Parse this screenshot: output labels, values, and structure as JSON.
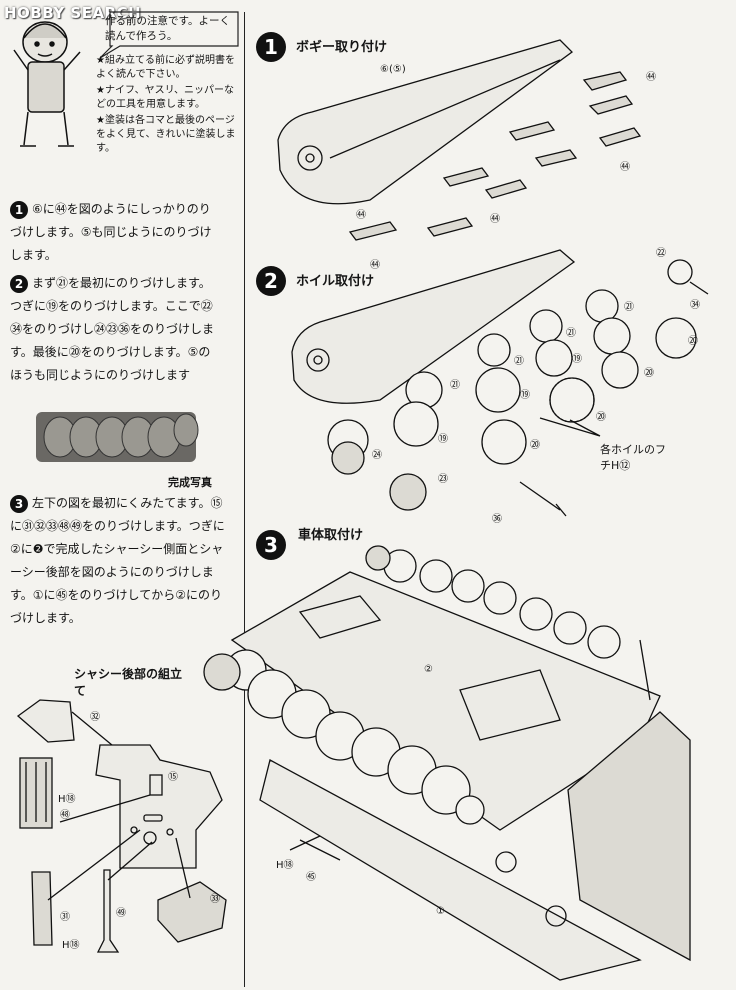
{
  "watermark": "HOBBY SEARCH",
  "notice": {
    "text": "作る前の注意です。よーく読んで作ろう。",
    "bullets": [
      "★組み立てる前に必ず説明書をよく読んで下さい。",
      "★ナイフ、ヤスリ、ニッパーなどの工具を用意します。",
      "★塗装は各コマと最後のページをよく見て、きれいに塗装します。"
    ]
  },
  "instructions": [
    {
      "num": "1",
      "text": "⑥に㊹を図のようにしっかりのりづけします。⑤も同じようにのりづけします。"
    },
    {
      "num": "2",
      "text": "まず㉑を最初にのりづけします。つぎに⑲をのりづけします。ここで㉒㉞をのりづけし㉔㉓㊱をのりづけします。最後に⑳をのりづけします。⑤のほうも同じようにのりづけします"
    },
    {
      "num": "3",
      "text": "左下の図を最初にくみたてます。⑮に㉛㉜㉝㊽㊾をのりづけします。つぎに②に❷で完成したシャーシー側面とシャーシー後部を図のようにのりづけします。①に㊺をのりづけしてから②にのりづけします。"
    }
  ],
  "photo_caption": "完成写真",
  "sub_assembly": {
    "title": "シャシー後部の組立て",
    "labels": [
      "㉜",
      "⑮",
      "H⑱",
      "㊽",
      "㉛",
      "H⑱",
      "㊾",
      "㉝"
    ]
  },
  "steps": [
    {
      "num": "1",
      "title": "ボギー取り付け",
      "labels": [
        "⑥(⑤)",
        "㊹",
        "㊹",
        "㊹",
        "㊹",
        "㊹"
      ]
    },
    {
      "num": "2",
      "title": "ホイル取付け",
      "labels": [
        "㉒",
        "㉞",
        "㉑",
        "㉑",
        "㉑",
        "㉑",
        "⑲",
        "⑲",
        "⑲",
        "⑳",
        "⑳",
        "⑳",
        "⑳",
        "㉔",
        "㉓",
        "㊱"
      ],
      "note": "各ホイルのフチH⑫"
    },
    {
      "num": "3",
      "title": "車体取付け",
      "labels": [
        "②",
        "①",
        "H⑱",
        "㊺"
      ]
    }
  ]
}
